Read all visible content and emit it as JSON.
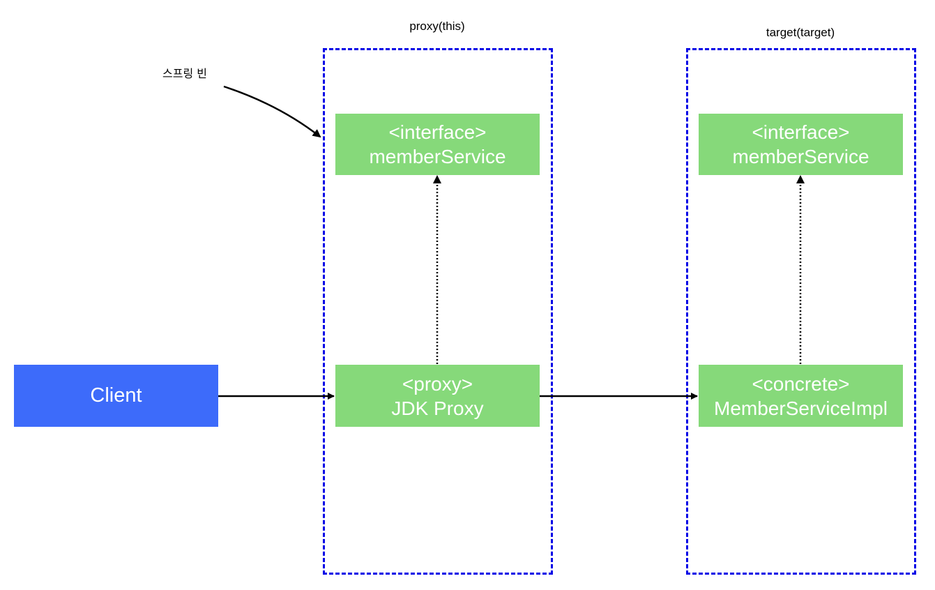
{
  "containers": {
    "proxy": {
      "title": "proxy(this)"
    },
    "target": {
      "title": "target(target)"
    }
  },
  "bean_label": "스프링 빈",
  "nodes": {
    "client": {
      "label": "Client",
      "color": "#3d6bfa"
    },
    "proxy_interface": {
      "stereotype": "<interface>",
      "name": "memberService",
      "color": "#86d97a"
    },
    "jdk_proxy": {
      "stereotype": "<proxy>",
      "name": "JDK Proxy",
      "color": "#86d97a"
    },
    "target_interface": {
      "stereotype": "<interface>",
      "name": "memberService",
      "color": "#86d97a"
    },
    "member_service_impl": {
      "stereotype": "<concrete>",
      "name": "MemberServiceImpl",
      "color": "#86d97a"
    }
  },
  "colors": {
    "container_border": "#0000e6",
    "arrow": "#000000"
  }
}
